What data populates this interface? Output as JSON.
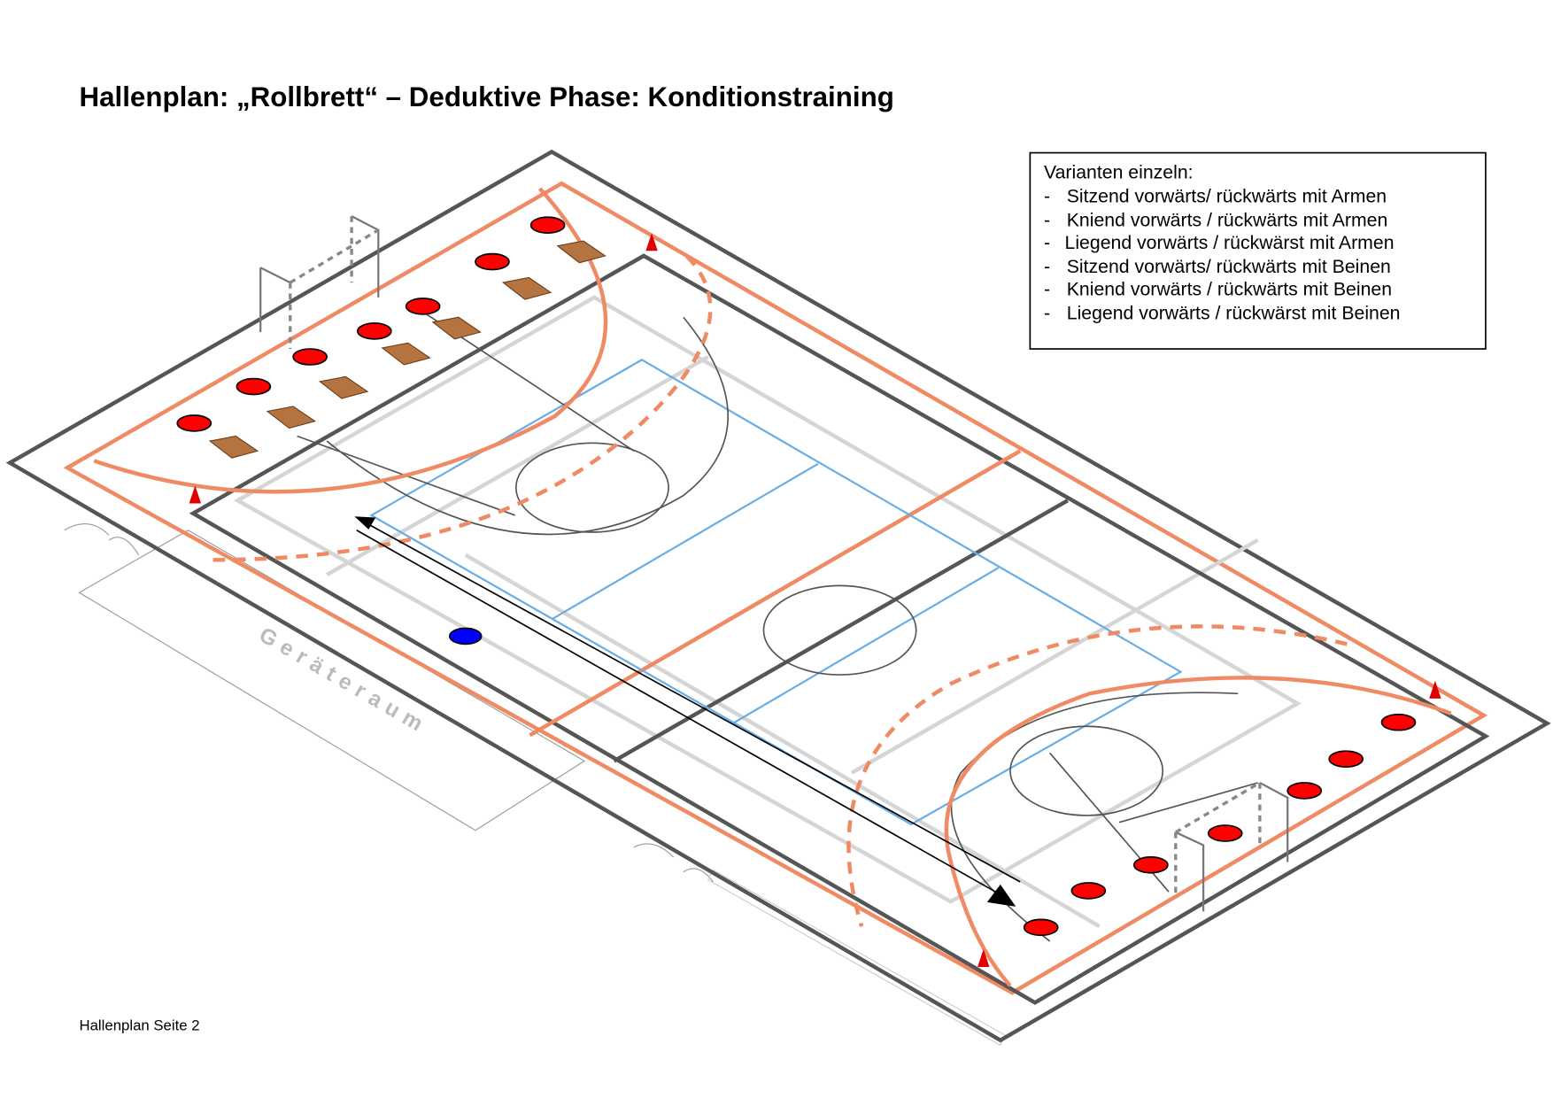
{
  "header": {
    "title": "Hallenplan: „Rollbrett“ – Deduktive Phase: Konditionstraining"
  },
  "legend": {
    "heading": "Varianten einzeln:",
    "items": [
      "Sitzend vorwärts/ rückwärts mit Armen",
      "Kniend vorwärts / rückwärts mit Armen",
      "Liegend vorwärts / rückwärst mit Armen",
      "Sitzend vorwärts/ rückwärts mit Beinen",
      "Kniend vorwärts / rückwärts mit Beinen",
      "Liegend vorwärts / rückwärst mit Beinen"
    ],
    "bullet": "-"
  },
  "court": {
    "room_label": "Geräteraum"
  },
  "footer": {
    "page_label": "Hallenplan Seite 2"
  },
  "colors": {
    "orange": "#f08a64",
    "dark": "#555555",
    "light": "#d0d0d0",
    "blue": "#6aaee6",
    "marker": "#ff0000",
    "player": "#0000ff",
    "bench": "#b07040"
  }
}
